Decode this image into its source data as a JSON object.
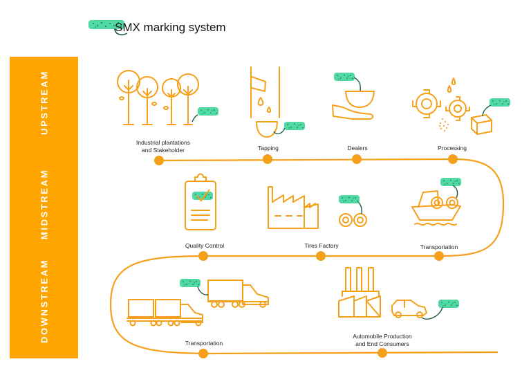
{
  "legend": {
    "label": "SMX marking system",
    "icon": "smx-marker-icon"
  },
  "colors": {
    "orange": "#F5A01A",
    "bar_orange": "#FFA500",
    "marker_green": "#3DD598",
    "marker_dots": "#1E5A44",
    "marker_line": "#1E5A44",
    "label_text": "#222222"
  },
  "streams": [
    {
      "label": "UPSTREAM"
    },
    {
      "label": "MIDSTREAM"
    },
    {
      "label": "DOWNSTREAM"
    }
  ],
  "stages": [
    {
      "label": "Industrial plantations\nand Stakeholder",
      "line1": "Industrial plantations",
      "line2": "and Stakeholder",
      "stream": "UPSTREAM",
      "icon": "trees-icon",
      "smx_marked": true
    },
    {
      "label": "Tapping",
      "line1": "Tapping",
      "line2": "",
      "stream": "UPSTREAM",
      "icon": "latex-tapping-icon",
      "smx_marked": true
    },
    {
      "label": "Dealers",
      "line1": "Dealers",
      "line2": "",
      "stream": "UPSTREAM",
      "icon": "hand-bowl-icon",
      "smx_marked": true
    },
    {
      "label": "Processing",
      "line1": "Processing",
      "line2": "",
      "stream": "UPSTREAM",
      "icon": "gears-box-icon",
      "smx_marked": true
    },
    {
      "label": "Transportation",
      "line1": "Transportation",
      "line2": "",
      "stream": "MIDSTREAM",
      "icon": "ship-icon",
      "smx_marked": true
    },
    {
      "label": "Tires Factory",
      "line1": "Tires Factory",
      "line2": "",
      "stream": "MIDSTREAM",
      "icon": "tire-factory-icon",
      "smx_marked": true
    },
    {
      "label": "Quality Control",
      "line1": "Quality Control",
      "line2": "",
      "stream": "MIDSTREAM",
      "icon": "clipboard-check-icon",
      "smx_marked": true
    },
    {
      "label": "Transportation",
      "line1": "Transportation",
      "line2": "",
      "stream": "DOWNSTREAM",
      "icon": "trucks-icon",
      "smx_marked": true
    },
    {
      "label": "Automobile Production\nand End Consumers",
      "line1": "Automobile Production",
      "line2": "and End Consumers",
      "stream": "DOWNSTREAM",
      "icon": "car-factory-icon",
      "smx_marked": true
    }
  ]
}
